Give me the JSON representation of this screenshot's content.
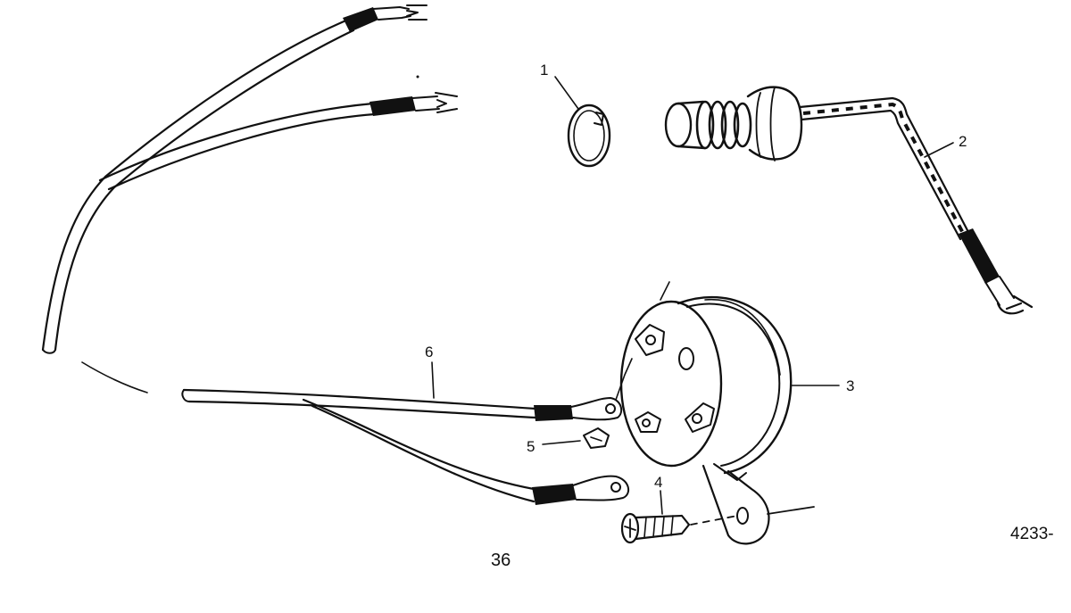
{
  "callouts": {
    "c1": "1",
    "c2": "2",
    "c3": "3",
    "c4": "4",
    "c5": "5",
    "c6": "6"
  },
  "page_number": "36",
  "figure_id": "4233-",
  "colors": {
    "ink": "#111111",
    "background": "#ffffff"
  }
}
